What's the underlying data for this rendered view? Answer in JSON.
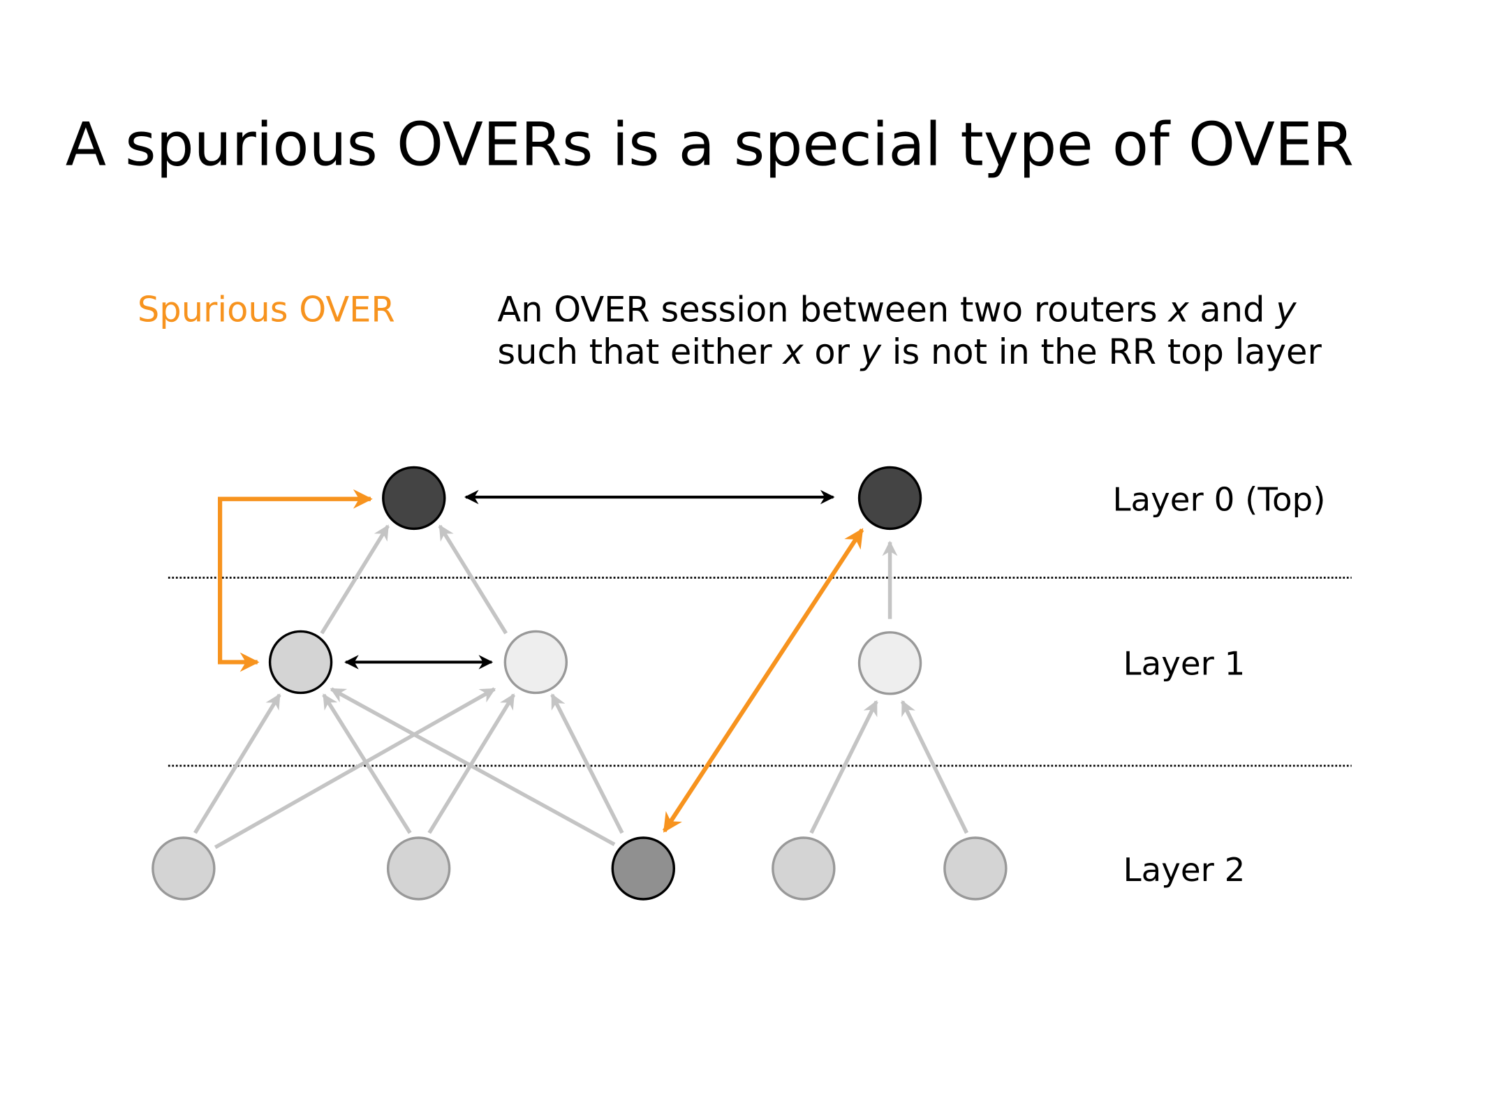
{
  "title": "A spurious OVERs is a special type of OVER",
  "definition": {
    "term": "Spurious OVER",
    "line1_a": "An OVER session between two routers ",
    "line1_x": "x",
    "line1_b": " and ",
    "line1_y": "y",
    "line2_a": "such that either ",
    "line2_x": "x",
    "line2_b": " or ",
    "line2_y": "y",
    "line2_c": " is not in the RR top layer"
  },
  "layers": {
    "layer0": "Layer 0 (Top)",
    "layer1": "Layer 1",
    "layer2": "Layer 2"
  },
  "colors": {
    "accent": "#f7931e",
    "top_node": "#444444",
    "spurious_node": "#909090",
    "light_node": "#eeeeee",
    "gray_node": "#d4d4d4"
  }
}
